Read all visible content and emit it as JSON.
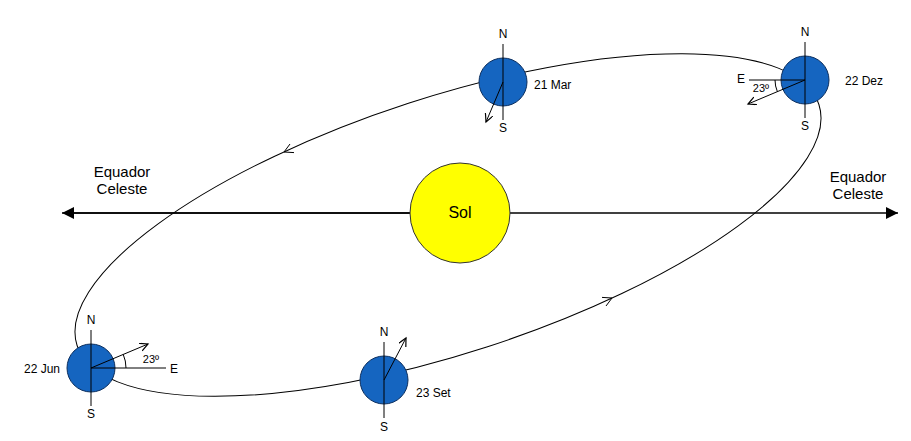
{
  "diagram": {
    "nodes": [
      {
        "text": [
          "Sol"
        ]
      }
    ],
    "labels": [
      "N",
      "21 Mar",
      "S",
      "N",
      "E",
      "23º",
      "22 Dez",
      "S",
      "Equador Celeste",
      "Equador Celeste",
      "N",
      "22 Jun",
      "23º",
      "E",
      "S",
      "N",
      "23 Set",
      "S"
    ]
  }
}
